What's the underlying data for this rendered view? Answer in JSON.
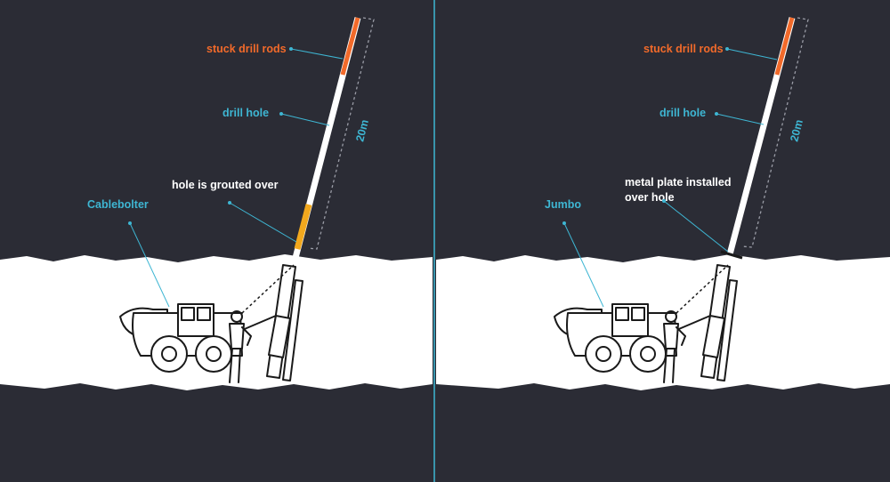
{
  "colors": {
    "background": "#2b2c35",
    "tunnel": "#ffffff",
    "label_orange": "#f26a2a",
    "label_cyan": "#3eb6d3",
    "label_white": "#ffffff",
    "grout": "#f2a81d",
    "divider": "#3eb6d3"
  },
  "left_panel": {
    "stuck_rods_label": "stuck drill rods",
    "drill_hole_label": "drill hole",
    "grout_label": "hole is grouted over",
    "machine_label": "Cablebolter",
    "length_label": "20m"
  },
  "right_panel": {
    "stuck_rods_label": "stuck drill rods",
    "drill_hole_label": "drill hole",
    "plate_label_line1": "metal plate installed",
    "plate_label_line2": "over hole",
    "machine_label": "Jumbo",
    "length_label": "20m"
  }
}
